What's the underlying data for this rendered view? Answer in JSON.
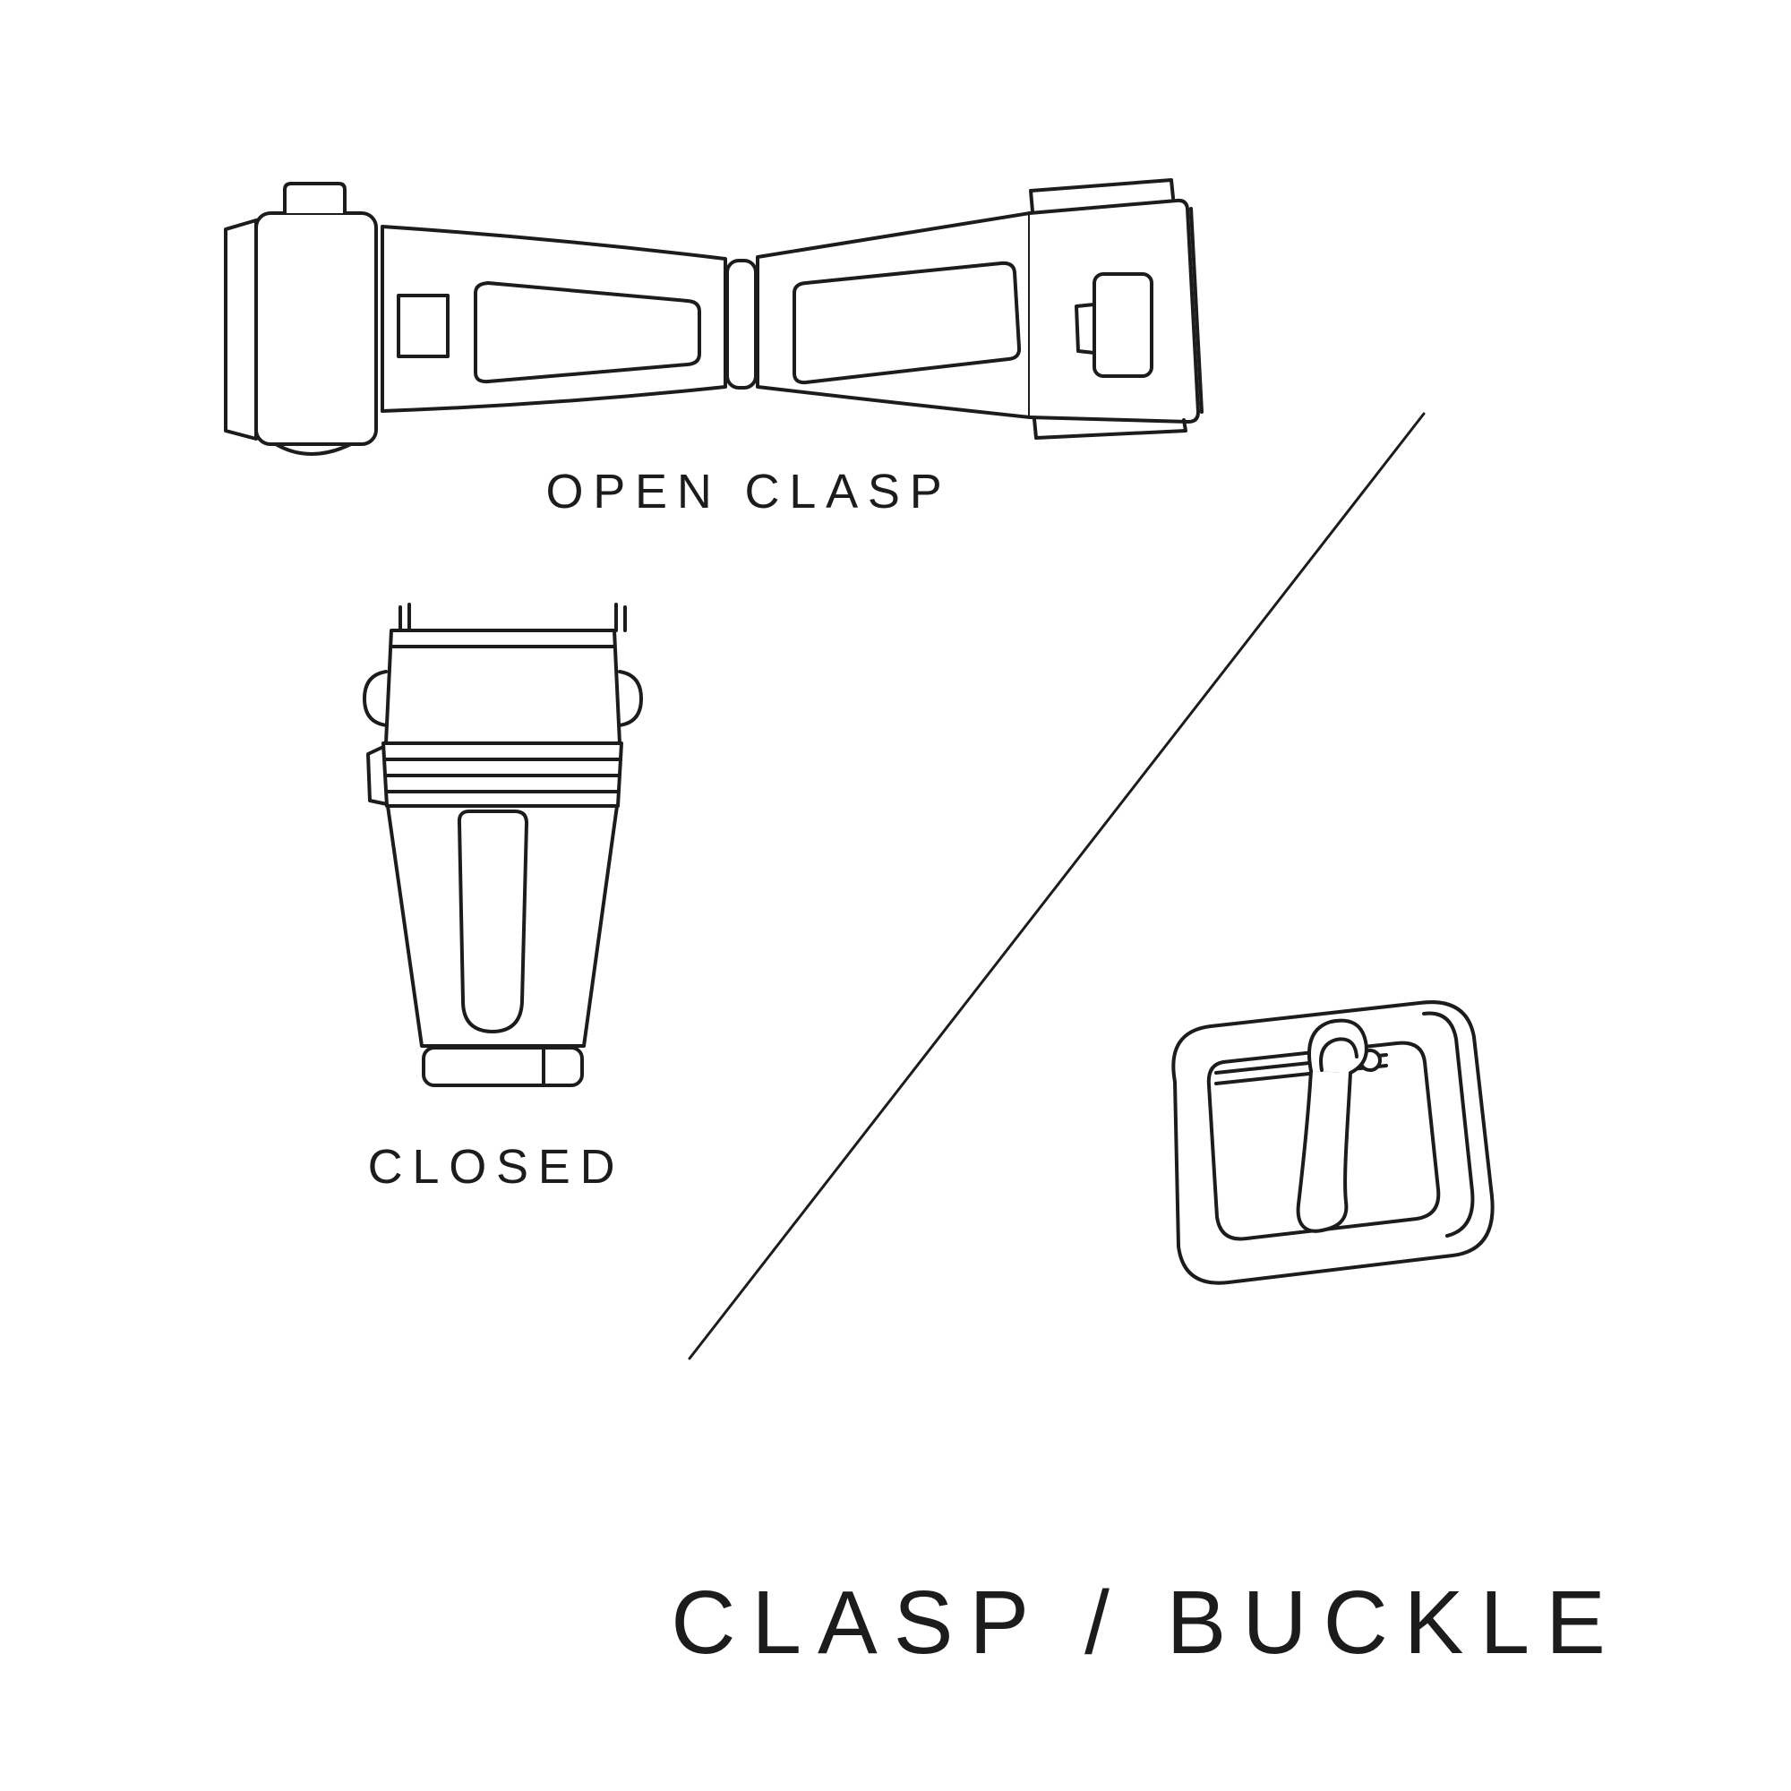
{
  "page": {
    "background_color": "#ffffff",
    "line_color": "#1c1c1c"
  },
  "labels": {
    "open_clasp": "OPEN CLASP",
    "closed": "CLOSED",
    "title": "CLASP / BUCKLE"
  }
}
